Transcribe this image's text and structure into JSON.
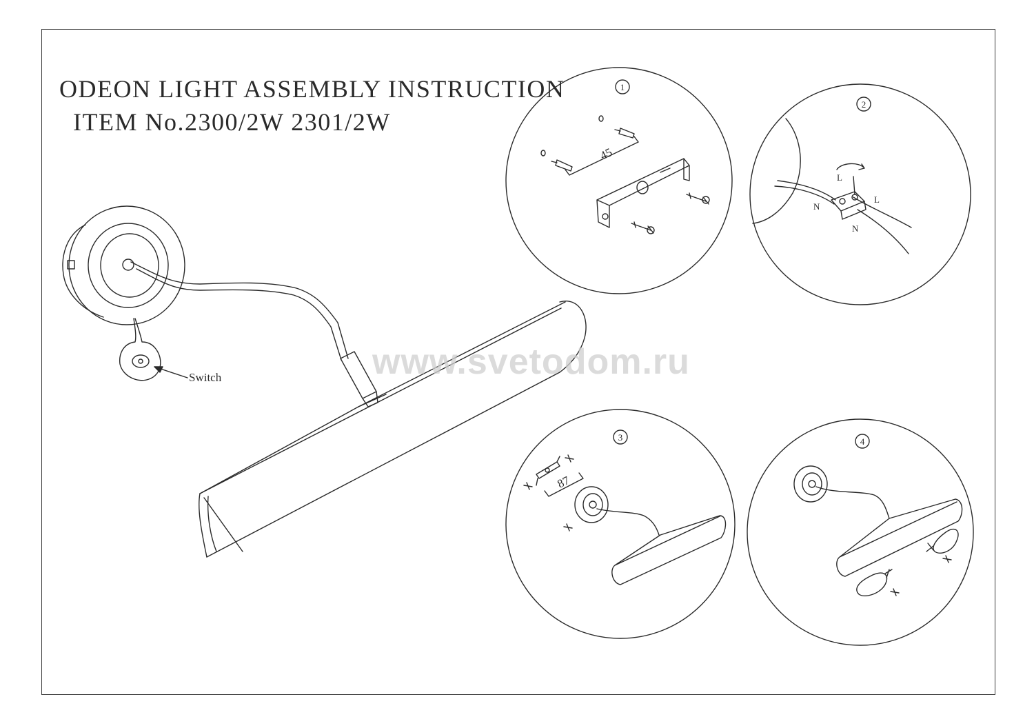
{
  "header": {
    "title": "ODEON LIGHT ASSEMBLY INSTRUCTION",
    "item": "ITEM No.2300/2W 2301/2W"
  },
  "watermark": "www.svetodom.ru",
  "main_drawing": {
    "switch_label": "Switch"
  },
  "steps": [
    {
      "number": "1",
      "dimension": "45"
    },
    {
      "number": "2",
      "labels": [
        "L",
        "L",
        "N",
        "N"
      ]
    },
    {
      "number": "3",
      "dimension": "87"
    },
    {
      "number": "4"
    }
  ],
  "colors": {
    "line": "#2a2a2a",
    "watermark": "#cfcfcf"
  }
}
